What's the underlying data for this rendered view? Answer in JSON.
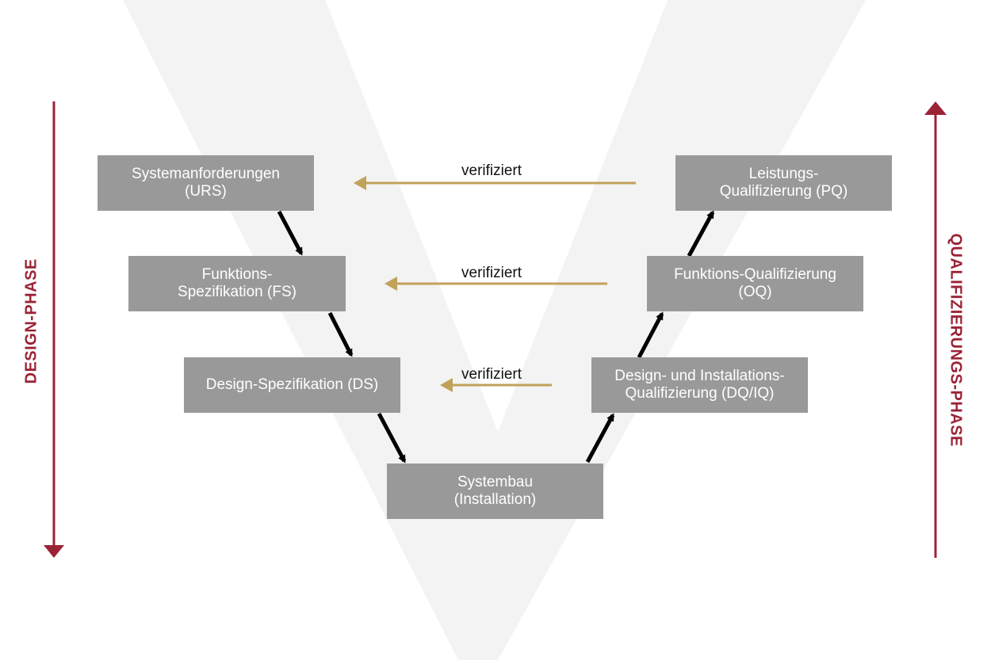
{
  "colors": {
    "box_fill": "#999999",
    "box_text": "#ffffff",
    "phase_color": "#9b2335",
    "verify_arrow": "#c2a25a",
    "flow_arrow": "#000000",
    "background_v": "#f3f3f3"
  },
  "phases": {
    "design": "DESIGN-PHASE",
    "qualification": "QUALIFIZIERUNGS-PHASE"
  },
  "boxes": {
    "urs": {
      "line1": "Systemanforderungen",
      "line2": "(URS)"
    },
    "fs": {
      "line1": "Funktions-",
      "line2": "Spezifikation (FS)"
    },
    "ds": {
      "line1": "Design-Spezifikation (DS)"
    },
    "build": {
      "line1": "Systembau",
      "line2": "(Installation)"
    },
    "dqiq": {
      "line1": "Design- und Installations-",
      "line2": "Qualifizierung (DQ/IQ)"
    },
    "oq": {
      "line1": "Funktions-Qualifizierung",
      "line2": "(OQ)"
    },
    "pq": {
      "line1": "Leistungs-",
      "line2": "Qualifizierung (PQ)"
    }
  },
  "verify_labels": [
    "verifiziert",
    "verifiziert",
    "verifiziert"
  ]
}
